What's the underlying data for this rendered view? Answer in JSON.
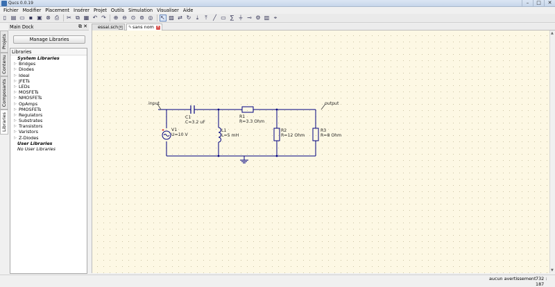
{
  "window": {
    "title": "Qucs 0.0.19",
    "btn_min": "–",
    "btn_max": "□",
    "btn_close": "✕"
  },
  "menu": [
    "Fichier",
    "Modifier",
    "Placement",
    "Insérer",
    "Projet",
    "Outils",
    "Simulation",
    "Visualiser",
    "Aide"
  ],
  "toolbar": {
    "groups": [
      [
        "new-icon",
        "new-text-icon",
        "open-icon",
        "save-icon",
        "save-all-icon",
        "close-icon",
        "print-icon"
      ],
      [
        "cut-icon",
        "copy-icon",
        "paste-icon",
        "undo-icon",
        "redo-icon"
      ],
      [
        "zoom-in-icon",
        "zoom-out-icon",
        "zoom-fit-icon",
        "zoom-select-icon",
        "zoom-one-icon"
      ],
      [
        "select-icon",
        "delete-icon",
        "mirror-icon",
        "rotate-icon",
        "enter-icon",
        "leave-icon",
        "wire-icon",
        "label-icon",
        "equation-icon",
        "ground-icon",
        "port-icon",
        "simulate-icon",
        "dpl-icon",
        "marker-icon"
      ]
    ]
  },
  "sidetabs": [
    "Projets",
    "Contenu",
    "Composants",
    "Libraries"
  ],
  "dock": {
    "title": "Main Dock",
    "float_btn": "⧉",
    "close_btn": "✕",
    "manage_button": "Manage Libraries",
    "tree_header": "Libraries",
    "rows": [
      {
        "type": "group",
        "label": "System Libraries"
      },
      {
        "type": "item",
        "label": "Bridges",
        "arrow": "▷"
      },
      {
        "type": "item",
        "label": "Diodes",
        "arrow": "▷"
      },
      {
        "type": "item",
        "label": "Ideal",
        "arrow": "▷"
      },
      {
        "type": "item",
        "label": "JFETs",
        "arrow": "▷"
      },
      {
        "type": "item",
        "label": "LEDs",
        "arrow": "▷"
      },
      {
        "type": "item",
        "label": "MOSFETs",
        "arrow": "▷"
      },
      {
        "type": "item",
        "label": "NMOSFETs",
        "arrow": "▷"
      },
      {
        "type": "item",
        "label": "OpAmps",
        "arrow": "▷"
      },
      {
        "type": "item",
        "label": "PMOSFETs",
        "arrow": "▷"
      },
      {
        "type": "item",
        "label": "Regulators",
        "arrow": "▷"
      },
      {
        "type": "item",
        "label": "Substrates",
        "arrow": "▷"
      },
      {
        "type": "item",
        "label": "Transistors",
        "arrow": "▷"
      },
      {
        "type": "item",
        "label": "Varistors",
        "arrow": "▷"
      },
      {
        "type": "item",
        "label": "Z-Diodes",
        "arrow": "▷"
      },
      {
        "type": "group",
        "label": "User Libraries"
      },
      {
        "type": "note",
        "label": "No User Libraries"
      }
    ]
  },
  "tabs": [
    {
      "label": "essai.sch",
      "close": "✕",
      "icon": "",
      "active": false
    },
    {
      "label": "sans nom",
      "close": "✕",
      "icon": "✎",
      "active": true
    }
  ],
  "schematic": {
    "input_label": "input",
    "output_label": "output",
    "v1_name": "V1",
    "v1_value": "U=10 V",
    "c1_name": "C1",
    "c1_value": "C=3.2 uF",
    "l1_name": "L1",
    "l1_value": "L=5 mH",
    "r1_name": "R1",
    "r1_value": "R=3.3 Ohm",
    "r2_name": "R2",
    "r2_value": "R=12 Ohm",
    "r3_name": "R3",
    "r3_value": "R=8 Ohm"
  },
  "status": {
    "warning": "aucun avertissement",
    "coords": "732 : 187"
  },
  "colors": {
    "wire": "#000080",
    "canvas": "#fdf8e4"
  }
}
